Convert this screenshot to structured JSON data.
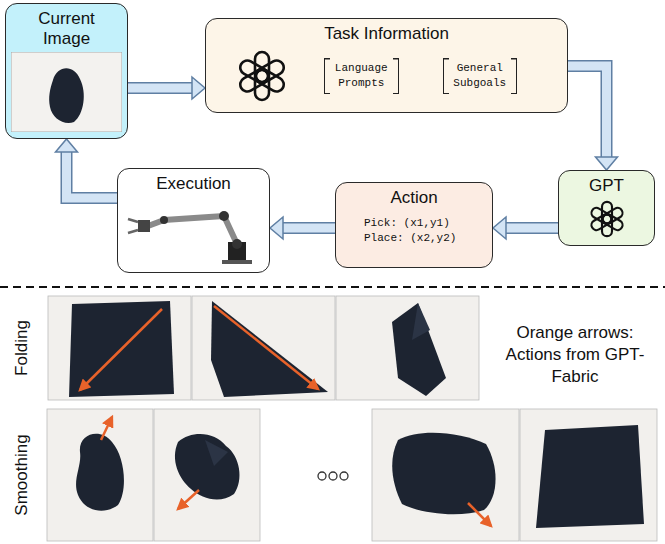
{
  "diagram": {
    "nodes": [
      {
        "text": [
          "Current Image"
        ]
      },
      {
        "text": [
          "Task Information",
          "Language Prompts",
          "General Subgoals"
        ]
      },
      {
        "text": [
          "GPT"
        ]
      },
      {
        "text": [
          "Action",
          "Pick: (x1,y1)",
          "Place: (x2,y2)"
        ]
      },
      {
        "text": [
          "Execution"
        ]
      }
    ],
    "edges": [
      {
        "from": 0,
        "to": 1,
        "arrow": "to"
      },
      {
        "from": 1,
        "to": 2,
        "arrow": "to"
      },
      {
        "from": 2,
        "to": 3,
        "arrow": "to"
      },
      {
        "from": 3,
        "to": 4,
        "arrow": "to"
      },
      {
        "from": 4,
        "to": 0,
        "arrow": "to"
      }
    ],
    "labels": [
      "Folding",
      "Smoothing",
      "Orange arrows: Actions from GPT-Fabric"
    ]
  }
}
